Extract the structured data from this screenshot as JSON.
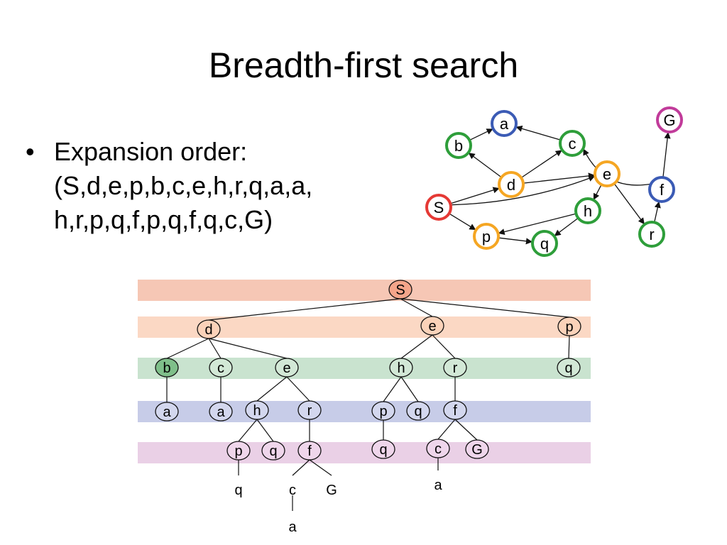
{
  "title": "Breadth-first search",
  "bullet": {
    "glyph": "•",
    "lines": [
      "Expansion order:",
      "(S,d,e,p,b,c,e,h,r,q,a,a,",
      "h,r,p,q,f,p,q,f,q,c,G)"
    ]
  },
  "colors": {
    "red": "#e53935",
    "orange": "#f5a623",
    "blue": "#3b5bb5",
    "green": "#2e9e3a",
    "magenta": "#c13b9a",
    "band_depth0": "#f6c7b5",
    "band_depth1": "#fbd8c4",
    "band_depth2": "#c9e3cf",
    "band_depth3": "#c7cce8",
    "band_depth4": "#ead0e6",
    "node_fill_S": "#f4a58a",
    "node_fill_depth1": "#fbd2b9",
    "node_fill_depth2": "#d2e8d6",
    "node_fill_b": "#7fbf8a",
    "node_fill_depth3": "#d3d7ee",
    "node_fill_depth4": "#efd6eb"
  },
  "graph": {
    "nodes": [
      {
        "id": "S",
        "label": "S",
        "color": "red"
      },
      {
        "id": "a",
        "label": "a",
        "color": "blue"
      },
      {
        "id": "b",
        "label": "b",
        "color": "green"
      },
      {
        "id": "c",
        "label": "c",
        "color": "green"
      },
      {
        "id": "d",
        "label": "d",
        "color": "orange"
      },
      {
        "id": "e",
        "label": "e",
        "color": "orange"
      },
      {
        "id": "f",
        "label": "f",
        "color": "blue"
      },
      {
        "id": "G",
        "label": "G",
        "color": "magenta"
      },
      {
        "id": "h",
        "label": "h",
        "color": "green"
      },
      {
        "id": "p",
        "label": "p",
        "color": "orange"
      },
      {
        "id": "q",
        "label": "q",
        "color": "green"
      },
      {
        "id": "r",
        "label": "r",
        "color": "green"
      }
    ],
    "edges": [
      [
        "b",
        "a"
      ],
      [
        "c",
        "a"
      ],
      [
        "d",
        "b"
      ],
      [
        "d",
        "c"
      ],
      [
        "d",
        "e"
      ],
      [
        "S",
        "d"
      ],
      [
        "S",
        "e"
      ],
      [
        "S",
        "p"
      ],
      [
        "e",
        "h"
      ],
      [
        "e",
        "r"
      ],
      [
        "h",
        "p"
      ],
      [
        "h",
        "q"
      ],
      [
        "p",
        "q"
      ],
      [
        "r",
        "f"
      ],
      [
        "f",
        "G"
      ],
      [
        "f",
        "c"
      ]
    ]
  },
  "tree": {
    "levels": [
      "S",
      "d,e,p",
      "b,c,e,h,r,q",
      "a,a,h,r,p,q,f",
      "p,q,f,q,c,G"
    ],
    "nodes": [
      {
        "id": "t_S",
        "label": "S",
        "depth": 0,
        "parent": null
      },
      {
        "id": "t_d",
        "label": "d",
        "depth": 1,
        "parent": "t_S"
      },
      {
        "id": "t_e",
        "label": "e",
        "depth": 1,
        "parent": "t_S"
      },
      {
        "id": "t_p",
        "label": "p",
        "depth": 1,
        "parent": "t_S"
      },
      {
        "id": "t_db",
        "label": "b",
        "depth": 2,
        "parent": "t_d"
      },
      {
        "id": "t_dc",
        "label": "c",
        "depth": 2,
        "parent": "t_d"
      },
      {
        "id": "t_de",
        "label": "e",
        "depth": 2,
        "parent": "t_d"
      },
      {
        "id": "t_eh",
        "label": "h",
        "depth": 2,
        "parent": "t_e"
      },
      {
        "id": "t_er",
        "label": "r",
        "depth": 2,
        "parent": "t_e"
      },
      {
        "id": "t_pq",
        "label": "q",
        "depth": 2,
        "parent": "t_p"
      },
      {
        "id": "t_dba",
        "label": "a",
        "depth": 3,
        "parent": "t_db"
      },
      {
        "id": "t_dca",
        "label": "a",
        "depth": 3,
        "parent": "t_dc"
      },
      {
        "id": "t_deh",
        "label": "h",
        "depth": 3,
        "parent": "t_de"
      },
      {
        "id": "t_der",
        "label": "r",
        "depth": 3,
        "parent": "t_de"
      },
      {
        "id": "t_ehp",
        "label": "p",
        "depth": 3,
        "parent": "t_eh"
      },
      {
        "id": "t_ehq",
        "label": "q",
        "depth": 3,
        "parent": "t_eh"
      },
      {
        "id": "t_erf",
        "label": "f",
        "depth": 3,
        "parent": "t_er"
      },
      {
        "id": "t_dehp",
        "label": "p",
        "depth": 4,
        "parent": "t_deh"
      },
      {
        "id": "t_dehq",
        "label": "q",
        "depth": 4,
        "parent": "t_deh"
      },
      {
        "id": "t_derf",
        "label": "f",
        "depth": 4,
        "parent": "t_der"
      },
      {
        "id": "t_ehpq",
        "label": "q",
        "depth": 4,
        "parent": "t_ehp"
      },
      {
        "id": "t_erfc",
        "label": "c",
        "depth": 4,
        "parent": "t_erf"
      },
      {
        "id": "t_erfG",
        "label": "G",
        "depth": 4,
        "parent": "t_erf"
      }
    ],
    "leaves": [
      {
        "id": "l_q",
        "label": "q",
        "parent": "t_dehp"
      },
      {
        "id": "l_c",
        "label": "c",
        "parent": "t_derf"
      },
      {
        "id": "l_G",
        "label": "G",
        "parent": "t_derf"
      },
      {
        "id": "l_a1",
        "label": "a",
        "parent": "l_c"
      },
      {
        "id": "l_a2",
        "label": "a",
        "parent": "t_erfc"
      }
    ]
  }
}
